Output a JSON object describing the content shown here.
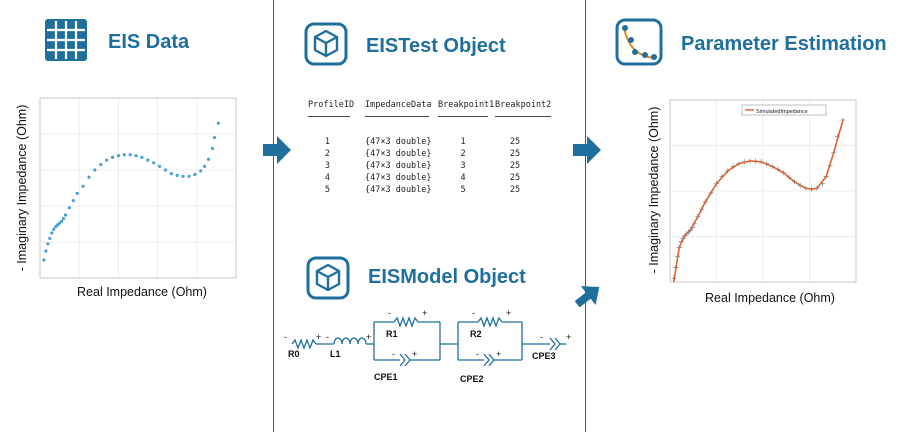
{
  "colors": {
    "accent": "#1f6f9e",
    "arrow": "#1f6f9e",
    "data_points": "#4a9fd6",
    "fit_line": "#e0642c"
  },
  "panels": {
    "eis_data": {
      "title": "EIS Data",
      "icon": "grid-table-icon"
    },
    "eistest": {
      "title": "EISTest Object",
      "icon": "cube-icon"
    },
    "eismodel": {
      "title": "EISModel Object",
      "icon": "cube-icon"
    },
    "param": {
      "title": "Parameter Estimation",
      "icon": "curve-fit-icon"
    }
  },
  "table": {
    "headers": [
      "ProfileID",
      "ImpedanceData",
      "Breakpoint1",
      "Breakpoint2"
    ],
    "rows": [
      [
        "1",
        "{47×3 double}",
        "1",
        "25"
      ],
      [
        "2",
        "{47×3 double}",
        "2",
        "25"
      ],
      [
        "3",
        "{47×3 double}",
        "3",
        "25"
      ],
      [
        "4",
        "{47×3 double}",
        "4",
        "25"
      ],
      [
        "5",
        "{47×3 double}",
        "5",
        "25"
      ]
    ]
  },
  "circuit": {
    "labels": {
      "r0": "R0",
      "l1": "L1",
      "r1": "R1",
      "cpe1": "CPE1",
      "r2": "R2",
      "cpe2": "CPE2",
      "cpe3": "CPE3"
    },
    "plus": "+",
    "minus": "-"
  },
  "chart_data": [
    {
      "type": "scatter",
      "xlabel": "Real Impedance (Ohm)",
      "ylabel": "- Imaginary Impedance (Ohm)",
      "grid": true,
      "xlim": [
        0,
        100
      ],
      "ylim": [
        0,
        100
      ],
      "series": [
        {
          "values": [
            [
              2,
              10
            ],
            [
              3,
              15
            ],
            [
              4,
              19
            ],
            [
              5,
              22
            ],
            [
              6,
              25
            ],
            [
              7,
              27
            ],
            [
              8,
              28.5
            ],
            [
              9,
              29.5
            ],
            [
              10,
              30.5
            ],
            [
              11,
              31.5
            ],
            [
              12,
              33
            ],
            [
              13,
              35
            ],
            [
              15,
              39
            ],
            [
              17,
              43
            ],
            [
              19,
              47
            ],
            [
              22,
              51
            ],
            [
              25,
              56
            ],
            [
              28,
              60
            ],
            [
              31,
              63
            ],
            [
              34,
              65.5
            ],
            [
              37,
              67
            ],
            [
              40,
              68
            ],
            [
              43,
              68.5
            ],
            [
              46,
              68.5
            ],
            [
              49,
              68
            ],
            [
              52,
              67
            ],
            [
              55,
              65.5
            ],
            [
              58,
              64
            ],
            [
              61,
              62
            ],
            [
              64,
              60
            ],
            [
              67,
              58
            ],
            [
              70,
              57
            ],
            [
              73,
              56.5
            ],
            [
              76,
              56.5
            ],
            [
              79,
              57.5
            ],
            [
              82,
              59.5
            ],
            [
              84,
              62
            ],
            [
              86,
              66
            ],
            [
              88,
              72
            ],
            [
              89,
              78
            ],
            [
              91,
              86
            ]
          ]
        }
      ]
    },
    {
      "type": "scatter",
      "xlabel": "Real Impedance (Ohm)",
      "ylabel": "- Imaginary Impedance (Ohm)",
      "grid": true,
      "legend_position": "top-right",
      "xlim": [
        0,
        100
      ],
      "ylim": [
        0,
        100
      ],
      "series": [
        {
          "values": [
            [
              2,
              2
            ],
            [
              3,
              8
            ],
            [
              4,
              14
            ],
            [
              5,
              19
            ],
            [
              6,
              22
            ],
            [
              7,
              24
            ],
            [
              8,
              25.5
            ],
            [
              9,
              26.5
            ],
            [
              10,
              27.5
            ],
            [
              11,
              28.5
            ],
            [
              12,
              30
            ],
            [
              13,
              32
            ],
            [
              15,
              36
            ],
            [
              17,
              40
            ],
            [
              19,
              44
            ],
            [
              22,
              49
            ],
            [
              25,
              54
            ],
            [
              28,
              58
            ],
            [
              31,
              61
            ],
            [
              34,
              63.5
            ],
            [
              37,
              65
            ],
            [
              40,
              66
            ],
            [
              43,
              66.5
            ],
            [
              46,
              66.5
            ],
            [
              49,
              66
            ],
            [
              52,
              65
            ],
            [
              55,
              63.5
            ],
            [
              58,
              62
            ],
            [
              61,
              60
            ],
            [
              64,
              57.5
            ],
            [
              67,
              55
            ],
            [
              70,
              53
            ],
            [
              73,
              51.5
            ],
            [
              76,
              51
            ],
            [
              79,
              51.5
            ],
            [
              82,
              54
            ],
            [
              84,
              58
            ],
            [
              86,
              64
            ],
            [
              88,
              71
            ],
            [
              90,
              80
            ],
            [
              93,
              89
            ]
          ]
        },
        {
          "name": "SimulatedImpedance",
          "values": [
            [
              2,
              0
            ],
            [
              5,
              19
            ],
            [
              8,
              25.5
            ],
            [
              11,
              28.5
            ],
            [
              15,
              36
            ],
            [
              19,
              44
            ],
            [
              25,
              54
            ],
            [
              31,
              61
            ],
            [
              37,
              65
            ],
            [
              43,
              66.5
            ],
            [
              49,
              66
            ],
            [
              55,
              63.5
            ],
            [
              61,
              60
            ],
            [
              67,
              55
            ],
            [
              73,
              51.5
            ],
            [
              76,
              51
            ],
            [
              79,
              51.5
            ],
            [
              84,
              58
            ],
            [
              88,
              71
            ],
            [
              93,
              89
            ]
          ]
        }
      ]
    }
  ]
}
